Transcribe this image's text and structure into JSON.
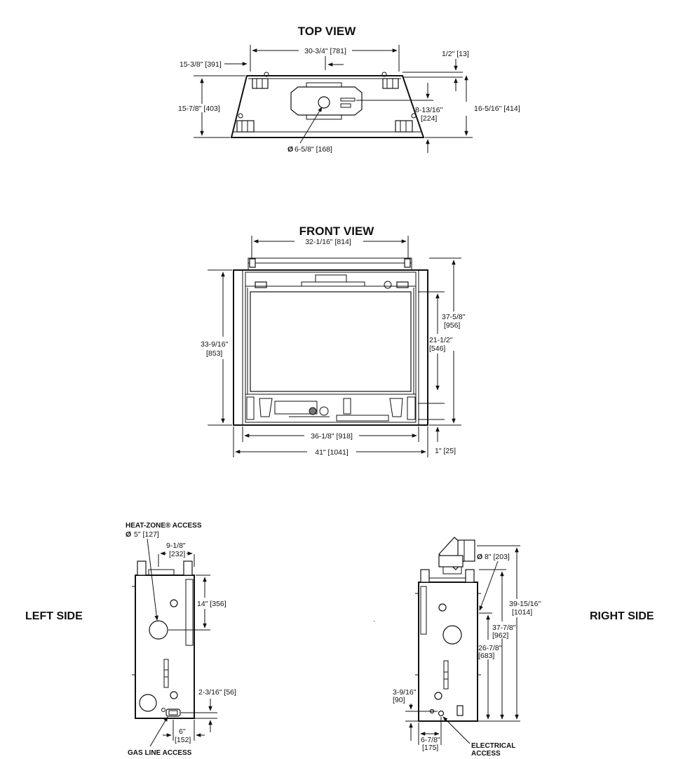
{
  "top_view": {
    "title": "TOP VIEW",
    "dims": {
      "width_top": "30-3/4\" [781]",
      "offset_left": "15-3/8\" [391]",
      "lip": "1/2\" [13]",
      "depth_left": "15-7/8\" [403]",
      "depth_total": "16-5/16\" [414]",
      "collar_depth_1": "8-13/16\"",
      "collar_depth_2": "[224]",
      "collar_dia": "6-5/8\" [168]"
    },
    "dia_symbol": "Ø"
  },
  "front_view": {
    "title": "FRONT VIEW",
    "dims": {
      "width_top": "32-1/16\" [814]",
      "height_left_1": "33-9/16\"",
      "height_left_2": "[853]",
      "height_right_1": "37-5/8\"",
      "height_right_2": "[956]",
      "glass_h_1": "21-1/2\"",
      "glass_h_2": "[546]",
      "opening_w": "36-1/8\" [918]",
      "overall_w": "41\" [1041]",
      "base": "1\" [25]"
    }
  },
  "left_side": {
    "label": "LEFT SIDE",
    "heat_zone_title": "HEAT-ZONE® ACCESS",
    "heat_zone_dia_value": "5\" [127]",
    "dims": {
      "top_offset_1": "9-1/8\"",
      "top_offset_2": "[232]",
      "heat_zone_drop": "14\" [356]",
      "gas_height": "2-3/16\" [56]",
      "gas_offset_1": "6\"",
      "gas_offset_2": "[152]"
    },
    "gas_line_label": "GAS LINE ACCESS"
  },
  "right_side": {
    "label": "RIGHT SIDE",
    "vent_dia_value": "8\" [203]",
    "dims": {
      "overall_h_1": "39-15/16\"",
      "overall_h_2": "[1014]",
      "body_h_1": "37-7/8\"",
      "body_h_2": "[962]",
      "mid_h_1": "26-7/8\"",
      "mid_h_2": "[683]",
      "elec_h_1": "3-9/16\"",
      "elec_h_2": "[90]",
      "elec_offset_1": "6-7/8\"",
      "elec_offset_2": "[175]"
    },
    "electrical_label_1": "ELECTRICAL",
    "electrical_label_2": "ACCESS"
  },
  "stray_mark": "."
}
